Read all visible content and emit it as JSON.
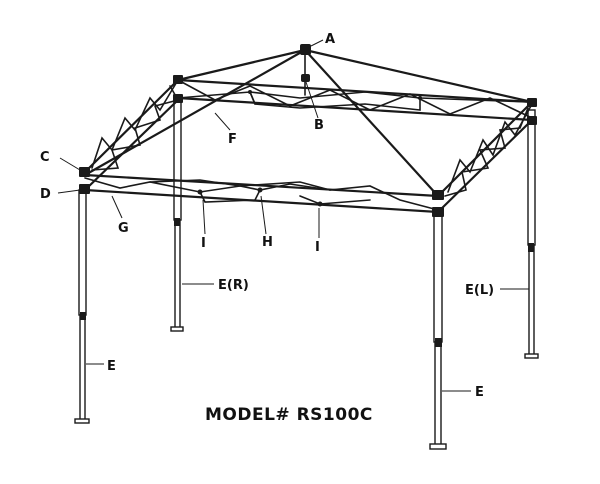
{
  "labels": {
    "a": "A",
    "b": "B",
    "c": "C",
    "d": "D",
    "e_right": "E(R)",
    "e_left": "E(L)",
    "e_front_left": "E",
    "e_front_right": "E",
    "f": "F",
    "g": "G",
    "h": "H",
    "i_left": "I",
    "i_right": "I"
  },
  "model_text": "MODEL# RS100C",
  "colors": {
    "line": "#1a1a1a",
    "background": "#ffffff"
  }
}
